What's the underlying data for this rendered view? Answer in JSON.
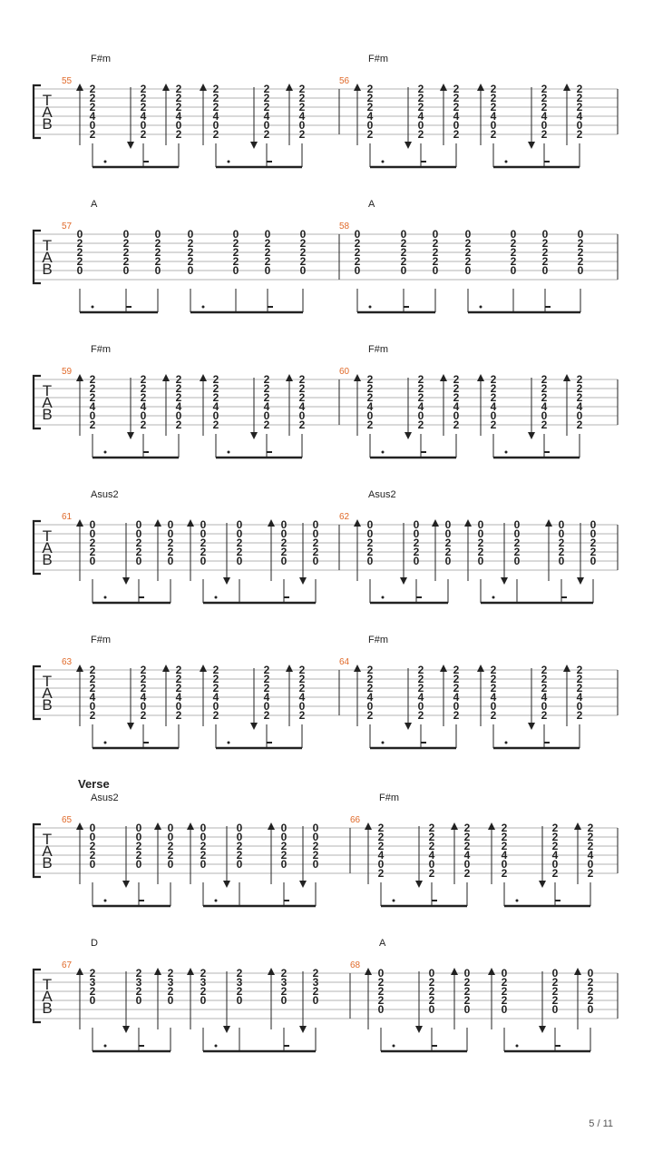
{
  "page_number": "5 / 11",
  "colors": {
    "bar_number": "#e06a2a",
    "ink": "#222222",
    "staff_line": "#9a9a9a"
  },
  "tab_clef": [
    "T",
    "A",
    "B"
  ],
  "systems": [
    {
      "section": "",
      "bars": [
        {
          "number": "55",
          "chord": "F#m",
          "pattern": "A",
          "shape": [
            "2",
            "2",
            "2",
            "4",
            "0",
            "2"
          ]
        },
        {
          "number": "56",
          "chord": "F#m",
          "pattern": "A",
          "shape": [
            "2",
            "2",
            "2",
            "4",
            "0",
            "2"
          ]
        }
      ]
    },
    {
      "section": "",
      "bars": [
        {
          "number": "57",
          "chord": "A",
          "pattern": "C",
          "shape": [
            "0",
            "2",
            "2",
            "2",
            "0"
          ]
        },
        {
          "number": "58",
          "chord": "A",
          "pattern": "C",
          "shape": [
            "0",
            "2",
            "2",
            "2",
            "0"
          ]
        }
      ]
    },
    {
      "section": "",
      "bars": [
        {
          "number": "59",
          "chord": "F#m",
          "pattern": "A",
          "shape": [
            "2",
            "2",
            "2",
            "4",
            "0",
            "2"
          ]
        },
        {
          "number": "60",
          "chord": "F#m",
          "pattern": "A",
          "shape": [
            "2",
            "2",
            "2",
            "4",
            "0",
            "2"
          ]
        }
      ]
    },
    {
      "section": "",
      "bars": [
        {
          "number": "61",
          "chord": "Asus2",
          "pattern": "B",
          "shape": [
            "0",
            "0",
            "2",
            "2",
            "0"
          ]
        },
        {
          "number": "62",
          "chord": "Asus2",
          "pattern": "B",
          "shape": [
            "0",
            "0",
            "2",
            "2",
            "0"
          ]
        }
      ]
    },
    {
      "section": "",
      "bars": [
        {
          "number": "63",
          "chord": "F#m",
          "pattern": "A",
          "shape": [
            "2",
            "2",
            "2",
            "4",
            "0",
            "2"
          ]
        },
        {
          "number": "64",
          "chord": "F#m",
          "pattern": "A",
          "shape": [
            "2",
            "2",
            "2",
            "4",
            "0",
            "2"
          ]
        }
      ]
    },
    {
      "section": "Verse",
      "bars": [
        {
          "number": "65",
          "chord": "Asus2",
          "pattern": "B",
          "shape": [
            "0",
            "0",
            "2",
            "2",
            "0"
          ]
        },
        {
          "number": "66",
          "chord": "F#m",
          "pattern": "A",
          "shape": [
            "2",
            "2",
            "2",
            "4",
            "0",
            "2"
          ]
        }
      ]
    },
    {
      "section": "",
      "bars": [
        {
          "number": "67",
          "chord": "D",
          "pattern": "B",
          "shape": [
            "2",
            "3",
            "2",
            "0"
          ]
        },
        {
          "number": "68",
          "chord": "A",
          "pattern": "A",
          "shape": [
            "0",
            "2",
            "2",
            "2",
            "0"
          ]
        }
      ]
    }
  ]
}
